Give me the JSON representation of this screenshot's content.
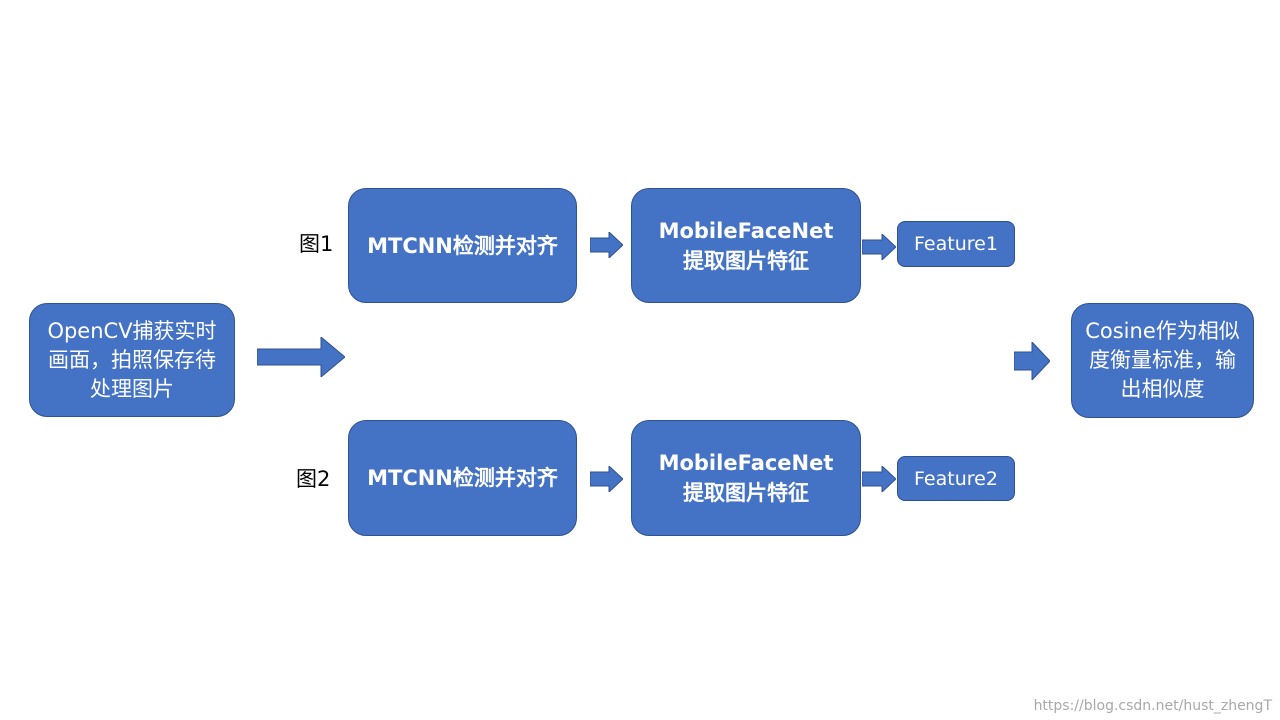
{
  "source_box": {
    "text": "OpenCV捕获实时画面，拍照保存待处理图片"
  },
  "rows": [
    {
      "label": "图1",
      "detect": "MTCNN检测并对齐",
      "extract": "MobileFaceNet提取图片特征",
      "feature": "Feature1"
    },
    {
      "label": "图2",
      "detect": "MTCNN检测并对齐",
      "extract": "MobileFaceNet提取图片特征",
      "feature": "Feature2"
    }
  ],
  "result_box": {
    "text": "Cosine作为相似度衡量标准，输出相似度"
  },
  "watermark": "https://blog.csdn.net/hust_zhengT",
  "colors": {
    "box_fill": "#4472c4",
    "box_border": "#2f528f",
    "text": "#ffffff"
  }
}
